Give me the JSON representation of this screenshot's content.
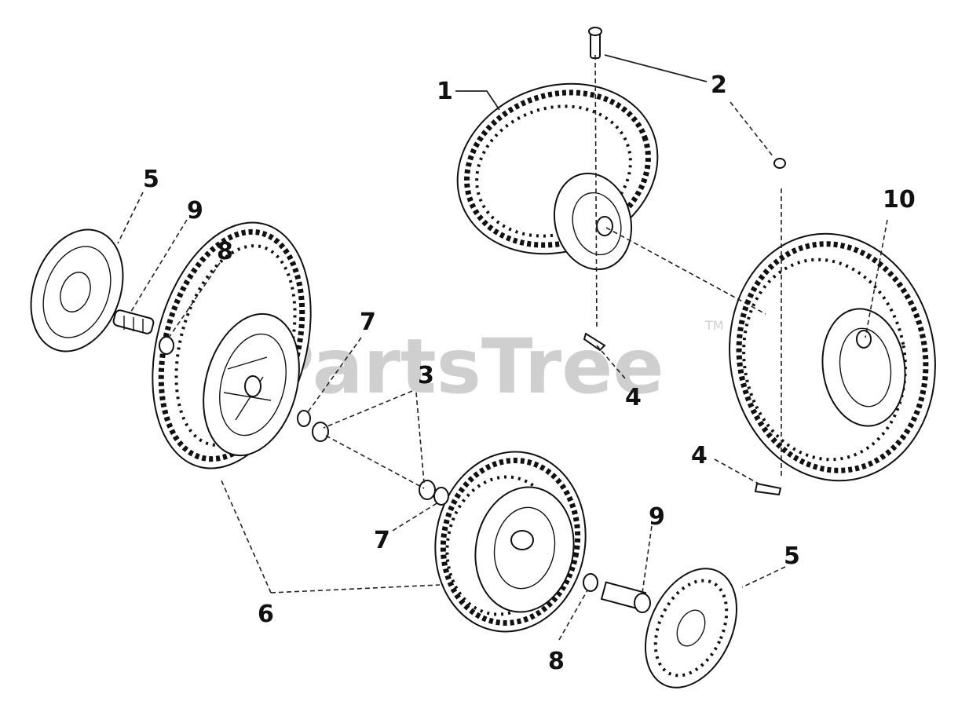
{
  "watermark": {
    "text": "PartsTree",
    "trademark": "TM"
  },
  "callouts": {
    "c1": "1",
    "c2": "2",
    "c3": "3",
    "c4a": "4",
    "c4b": "4",
    "c5a": "5",
    "c5b": "5",
    "c6": "6",
    "c7a": "7",
    "c7b": "7",
    "c8a": "8",
    "c8b": "8",
    "c9a": "9",
    "c9b": "9",
    "c10": "10"
  }
}
